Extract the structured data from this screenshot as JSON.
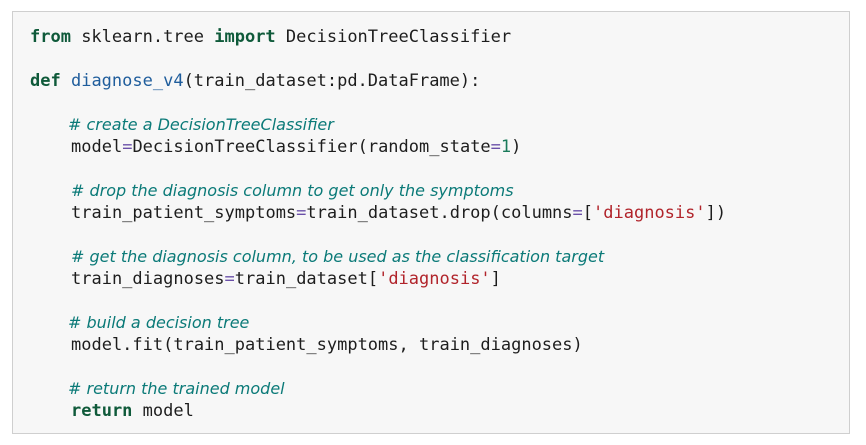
{
  "code": {
    "import_kw_from": "from",
    "import_module": " sklearn.tree ",
    "import_kw_import": "import",
    "import_name": " DecisionTreeClassifier",
    "def_kw": "def",
    "def_space": " ",
    "func_name": "diagnose_v4",
    "func_params": "(train_dataset:pd.DataFrame):",
    "comment_1": "# create a DecisionTreeClassifier",
    "model_var": "model",
    "eq_1": "=",
    "model_ctor": "DecisionTreeClassifier(random_state",
    "eq_2": "=",
    "random_state_val": "1",
    "close_paren_1": ")",
    "comment_2": "# drop the diagnosis column to get only the symptoms",
    "symptoms_var": "train_patient_symptoms",
    "eq_3": "=",
    "drop_call": "train_dataset.drop(columns",
    "eq_4": "=",
    "open_bracket_1": "[",
    "str_diag_1": "'diagnosis'",
    "close_1": "])",
    "comment_3": "# get the diagnosis column, to be used as the classification target",
    "diag_var": "train_diagnoses",
    "eq_5": "=",
    "index_expr": "train_dataset[",
    "str_diag_2": "'diagnosis'",
    "close_2": "]",
    "comment_4": "# build a decision tree",
    "fit_call": "model.fit(train_patient_symptoms, train_diagnoses)",
    "comment_5": "# return the trained model",
    "return_kw": "return",
    "return_val": " model"
  }
}
